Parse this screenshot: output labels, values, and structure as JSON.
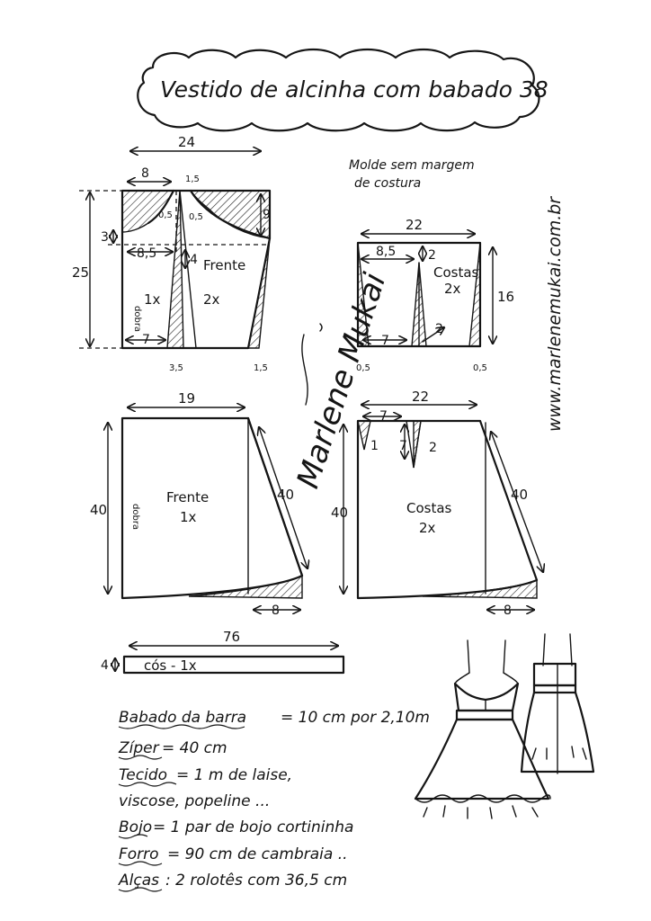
{
  "title": "Vestido de alcinha com babado 38",
  "note_line1": "Molde sem margem",
  "note_line2": "de costura",
  "website": "www.marlenemukai.com.br",
  "signature": "Marlene Mukai",
  "top_front": {
    "width": "24",
    "height": "25",
    "top_left": "8",
    "side_drop": "3",
    "neck_offset": "1,5",
    "dart_small_a": "0,5",
    "dart_small_b": "0,5",
    "strap_depth": "9",
    "inner_width": "8,5",
    "dart_len": "4",
    "bottom_left": "7",
    "bottom_dart": "3,5",
    "bottom_side": "1,5",
    "fold_label": "dobra",
    "left_cut": "1x",
    "label": "Frente",
    "cut": "2x"
  },
  "top_back": {
    "width": "22",
    "height": "16",
    "inner": "8,5",
    "dart_top": "2",
    "bottom_left": "7",
    "dart_side": "2",
    "bottom_a": "0,5",
    "bottom_b": "0,5",
    "label": "Costas",
    "cut": "2x"
  },
  "skirt_front": {
    "width": "19",
    "length": "40",
    "side_length": "40",
    "flare": "8",
    "fold_label": "dobra",
    "label": "Frente",
    "cut": "1x"
  },
  "skirt_back": {
    "width": "22",
    "length": "40",
    "side_length": "40",
    "flare": "8",
    "dart_top": "7",
    "dart_depth": "7",
    "dart_gap": "2",
    "waist_drop": "1",
    "label": "Costas",
    "cut": "2x"
  },
  "waistband": {
    "length": "76",
    "height": "4",
    "label": "cós - 1x"
  },
  "materials": [
    {
      "label": "Babado da barra",
      "value": "= 10 cm por 2,10m"
    },
    {
      "label": "Zíper",
      "value": "= 40 cm"
    },
    {
      "label": "Tecido",
      "value": "= 1 m  de laise,"
    },
    {
      "label": "",
      "value": "viscose, popeline ..."
    },
    {
      "label": "Bojo",
      "value": "= 1 par de bojo cortininha"
    },
    {
      "label": "Forro",
      "value": "= 90 cm  de cambraia .."
    },
    {
      "label": "Alças",
      "value": ": 2 rolotês com  36,5 cm"
    }
  ]
}
